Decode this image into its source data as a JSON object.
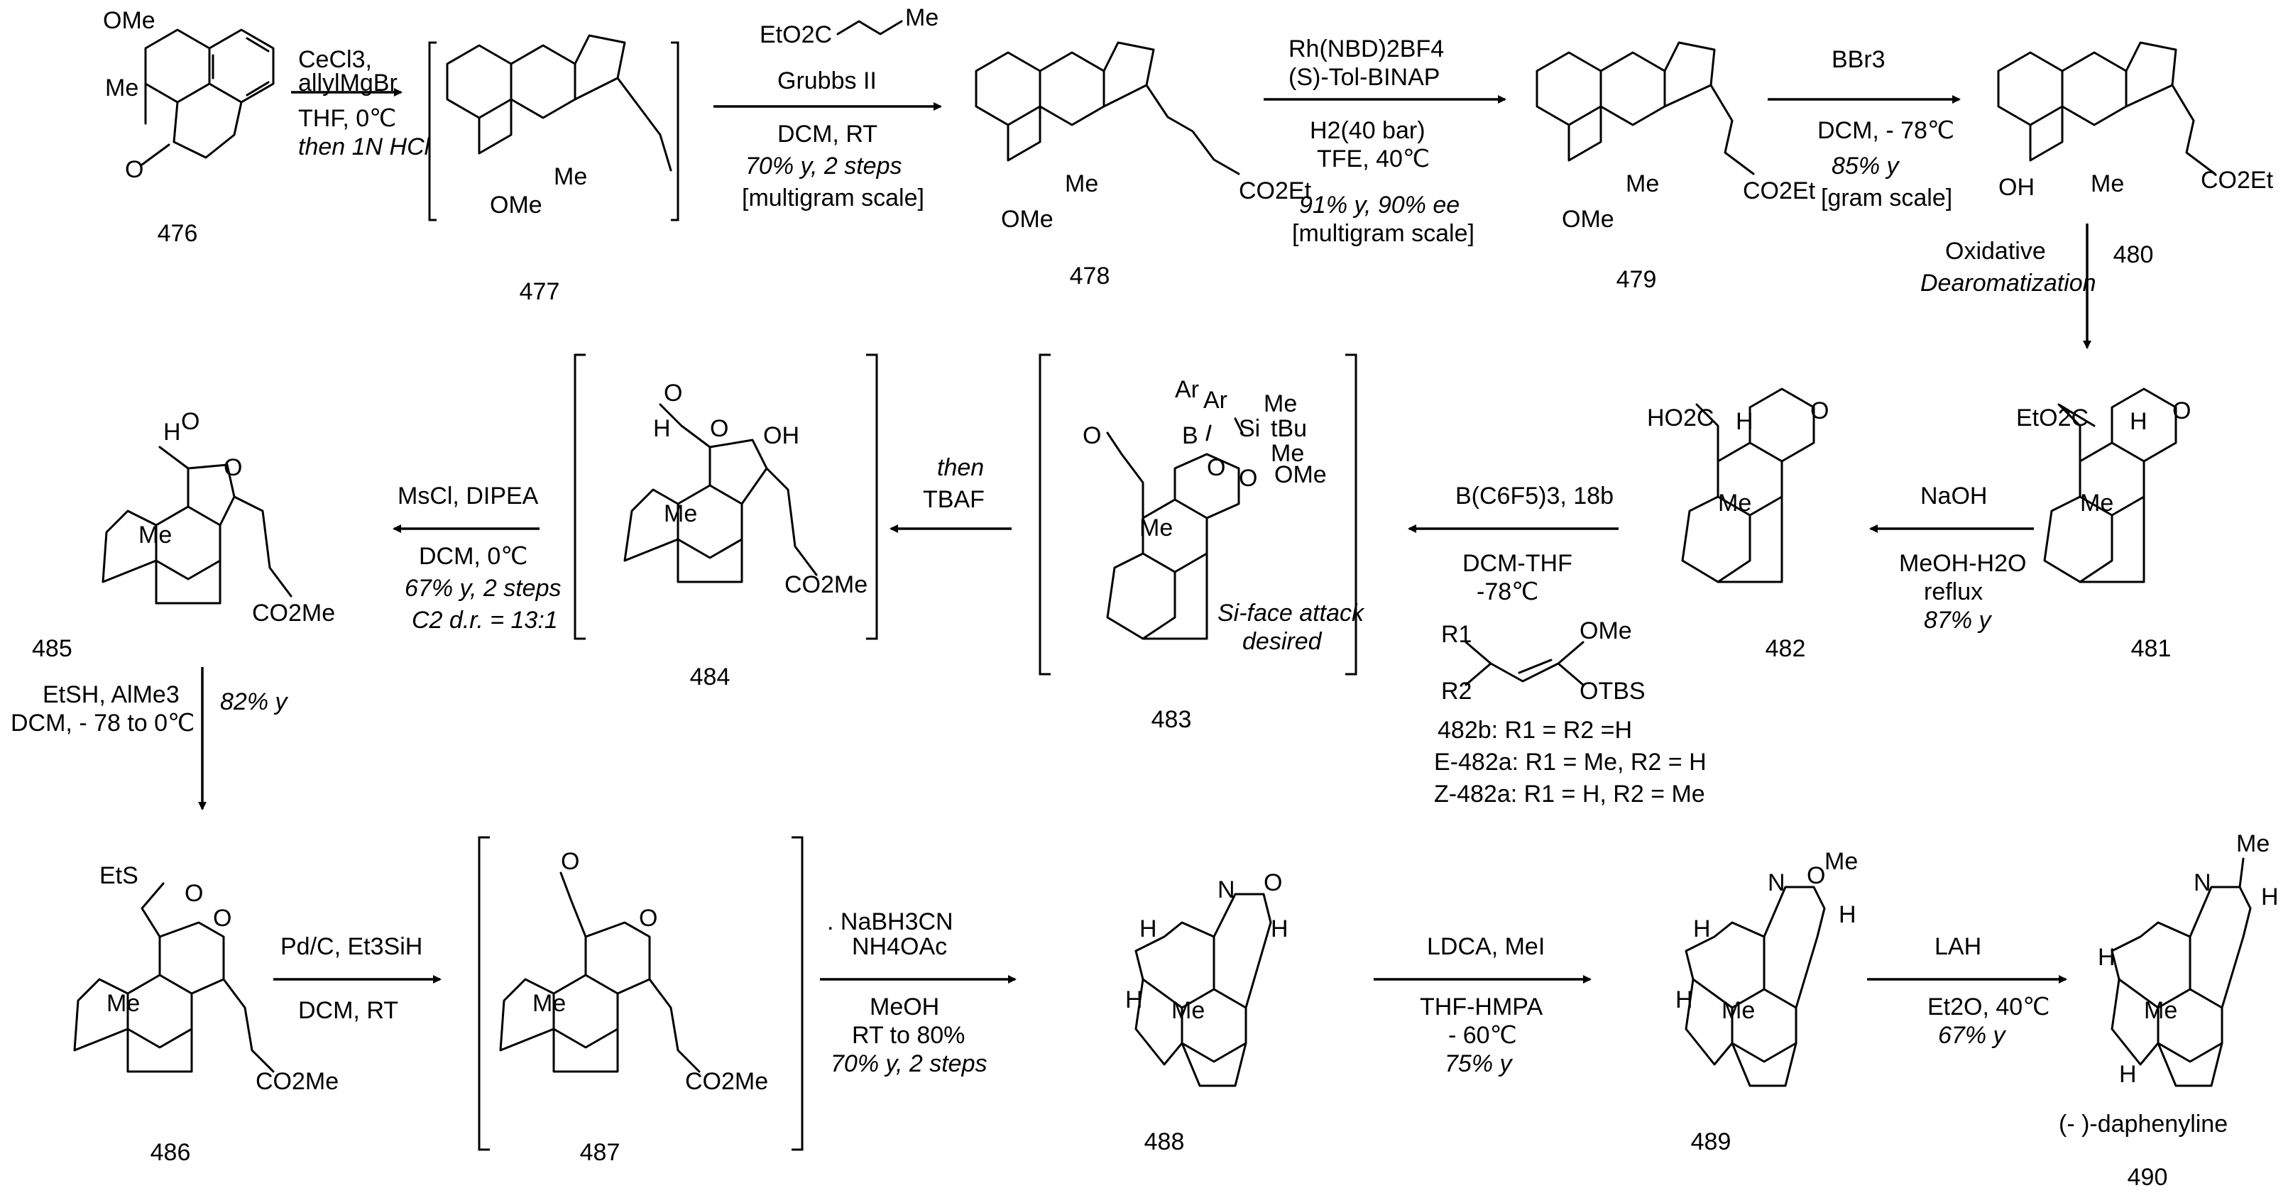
{
  "compounds": {
    "c476": {
      "number": "476",
      "labels": [
        "OMe",
        "Me",
        "O"
      ]
    },
    "c477": {
      "number": "477",
      "labels": [
        "Me",
        "OMe"
      ]
    },
    "c478": {
      "number": "478",
      "labels": [
        "OMe",
        "Me",
        "CO2Et"
      ]
    },
    "c479": {
      "number": "479",
      "labels": [
        "OMe",
        "Me",
        "CO2Et"
      ]
    },
    "c480": {
      "number": "480",
      "labels": [
        "OH",
        "Me",
        "CO2Et"
      ]
    },
    "c481": {
      "number": "481",
      "labels": [
        "EtO2C",
        "H",
        "O",
        "Me"
      ]
    },
    "c482": {
      "number": "482",
      "labels": [
        "HO2C",
        "H",
        "O",
        "Me"
      ]
    },
    "c483": {
      "number": "483",
      "labels": [
        "O",
        "B",
        "Ar",
        "Ar",
        "Si",
        "Me",
        "tBu",
        "Me",
        "O",
        "O",
        "OMe",
        "Me"
      ],
      "note1": "Si-face attack",
      "note2": "desired"
    },
    "c484": {
      "number": "484",
      "labels": [
        "O",
        "O",
        "H",
        "OH",
        "Me",
        "CO2Me"
      ]
    },
    "c485": {
      "number": "485",
      "labels": [
        "O",
        "O",
        "H",
        "Me",
        "CO2Me"
      ]
    },
    "c486": {
      "number": "486",
      "labels": [
        "EtS",
        "O",
        "O",
        "Me",
        "CO2Me"
      ]
    },
    "c487": {
      "number": "487",
      "labels": [
        "O",
        "O",
        "Me",
        "CO2Me"
      ]
    },
    "c488": {
      "number": "488",
      "labels": [
        "N",
        "O",
        "H",
        "H",
        "Me",
        "H"
      ]
    },
    "c489": {
      "number": "489",
      "labels": [
        "N",
        "O",
        "Me",
        "H",
        "H",
        "Me",
        "H"
      ]
    },
    "c490": {
      "number": "490",
      "name": "(- )-daphenyline",
      "labels": [
        "N",
        "Me",
        "H",
        "H",
        "Me",
        "H"
      ]
    },
    "c482b": {
      "labels": [
        "R1",
        "R2",
        "OMe",
        "OTBS"
      ]
    }
  },
  "steps": {
    "s1": {
      "lines": [
        "CeCl3,",
        "allylMgBr",
        "THF, 0℃",
        "then 1N HCl"
      ]
    },
    "s2": {
      "lines": [
        "EtO2C",
        "Me",
        "Grubbs II",
        "DCM, RT",
        "70% y, 2 steps",
        "[multigram scale]"
      ]
    },
    "s3": {
      "lines": [
        "Rh(NBD)2BF4",
        "(S)-Tol-BINAP",
        "H2(40 bar)",
        "TFE, 40℃",
        "91% y, 90% ee",
        "[multigram scale]"
      ]
    },
    "s4": {
      "lines": [
        "BBr3",
        "DCM, - 78℃",
        "85% y",
        "[gram scale]"
      ]
    },
    "s5": {
      "lines": [
        "Oxidative",
        "Dearomatization"
      ]
    },
    "s6": {
      "lines": [
        "NaOH",
        "MeOH-H2O",
        "reflux",
        "87% y"
      ]
    },
    "s7": {
      "lines": [
        "B(C6F5)3, 18b",
        "DCM-THF",
        "-78℃"
      ]
    },
    "s8": {
      "lines": [
        "then",
        "TBAF"
      ]
    },
    "s9": {
      "lines": [
        "MsCl, DIPEA",
        "DCM, 0℃",
        "67% y, 2 steps",
        "C2 d.r. = 13:1"
      ]
    },
    "s10": {
      "lines": [
        "EtSH, AlMe3",
        "DCM, - 78 to 0℃",
        "82% y"
      ]
    },
    "s11": {
      "lines": [
        "Pd/C, Et3SiH",
        "DCM, RT"
      ]
    },
    "s12": {
      "lines": [
        ". NaBH3CN",
        "NH4OAc",
        "MeOH",
        "RT to 80%",
        "70% y, 2 steps"
      ]
    },
    "s13": {
      "lines": [
        "LDCA, MeI",
        "THF-HMPA",
        "- 60℃",
        "75% y"
      ]
    },
    "s14": {
      "lines": [
        "LAH",
        "Et2O, 40℃",
        "67% y"
      ]
    }
  },
  "nucleophiles": {
    "lines": [
      "482b: R1 = R2 =H",
      "E-482a: R1 = Me, R2 = H",
      "Z-482a: R1 = H, R2 = Me"
    ]
  }
}
